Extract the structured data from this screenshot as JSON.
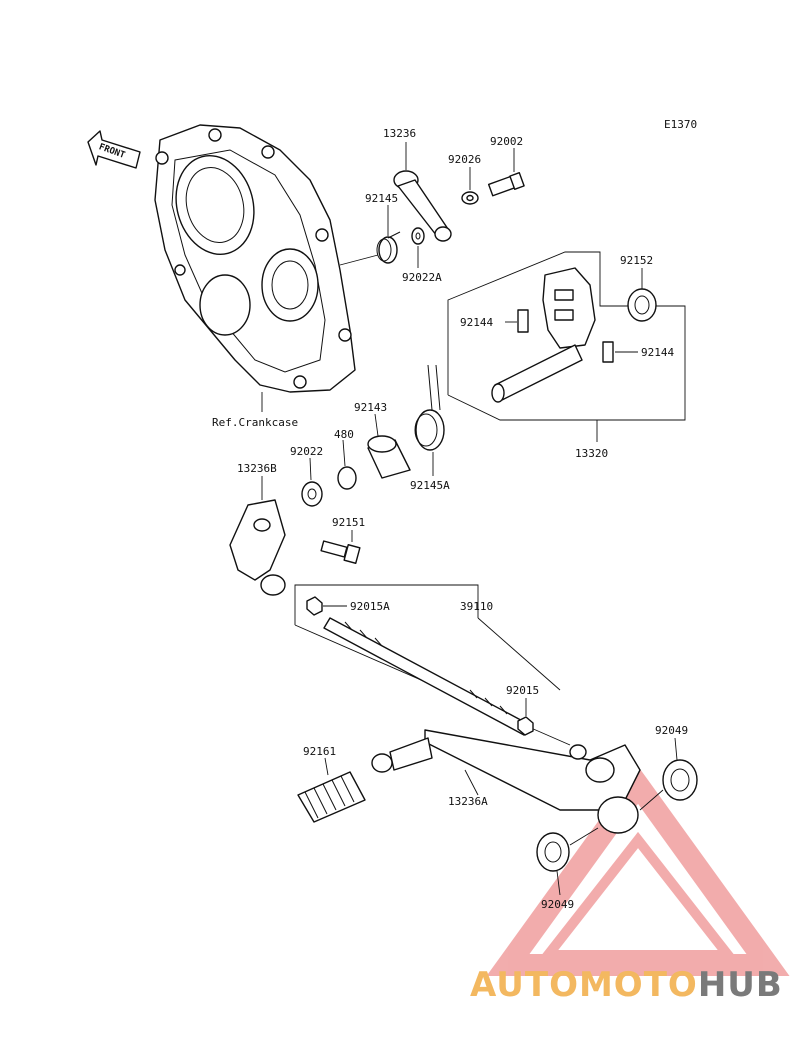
{
  "diagram": {
    "code": "E1370",
    "front_label": "FRONT",
    "ref_label": "Ref.Crankcase",
    "parts": {
      "p13236": "13236",
      "p92002": "92002",
      "p92026": "92026",
      "p92145": "92145",
      "p92022A": "92022A",
      "p92152": "92152",
      "p92144_left": "92144",
      "p92144_right": "92144",
      "p92143": "92143",
      "p480": "480",
      "p92022": "92022",
      "p92145A": "92145A",
      "p13320": "13320",
      "p13236B": "13236B",
      "p92151": "92151",
      "p92015A": "92015A",
      "p39110": "39110",
      "p92015": "92015",
      "p92049_top": "92049",
      "p92161": "92161",
      "p13236A": "13236A",
      "p92049_bottom": "92049"
    }
  },
  "watermark": {
    "brand_a": "AUTOMOTO",
    "brand_b": "HUB",
    "color_a": "#f3b860",
    "color_b": "#7a7a7a",
    "triangle_color": "#e86a6a"
  }
}
